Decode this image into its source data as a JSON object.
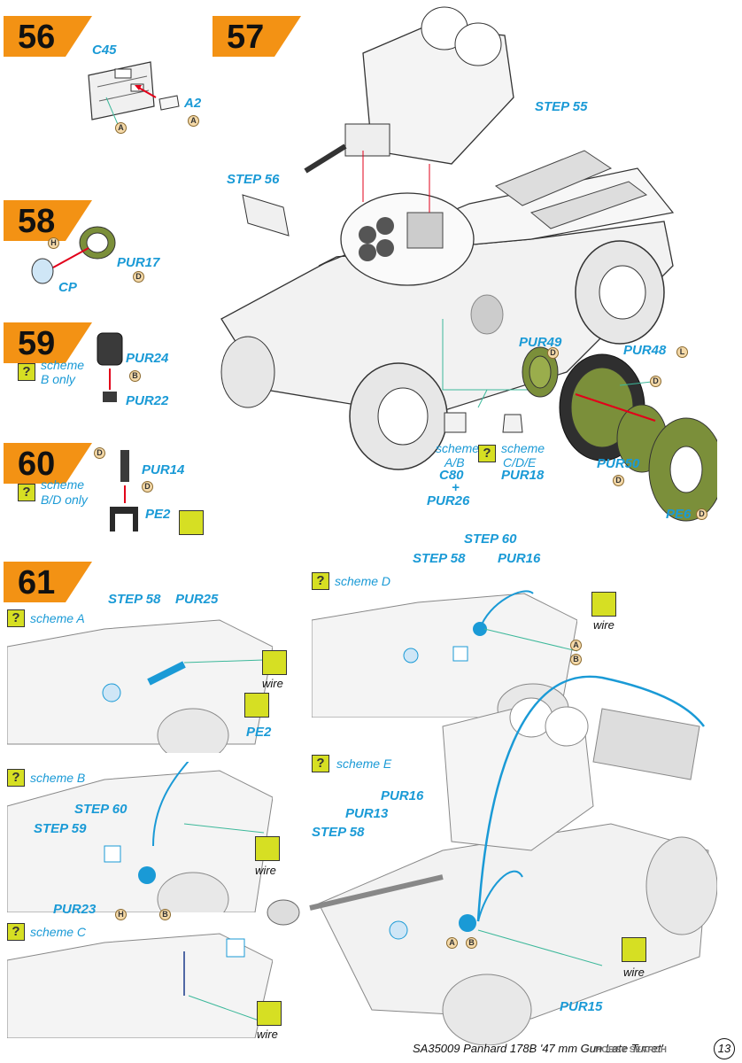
{
  "steps": {
    "s56": {
      "num": "56",
      "parts": {
        "c45": "C45",
        "a2": "A2"
      },
      "glue": [
        "A",
        "A"
      ]
    },
    "s57": {
      "num": "57",
      "refs": {
        "step55": "STEP 55",
        "step56": "STEP 56"
      },
      "parts": {
        "pur49": "PUR49",
        "pur48": "PUR48",
        "pur50": "PUR50",
        "pe6": "PE6"
      },
      "scheme_ab": {
        "scheme": "scheme",
        "variants": "A/B",
        "part": "C80",
        "plus": "+",
        "part2": "PUR26"
      },
      "scheme_cde": {
        "scheme": "scheme",
        "variants": "C/D/E",
        "part": "PUR18"
      },
      "glue": [
        "D",
        "L",
        "D",
        "D",
        "D"
      ]
    },
    "s58": {
      "num": "58",
      "parts": {
        "pur17": "PUR17",
        "cp": "CP"
      },
      "glue": [
        "H",
        "D"
      ]
    },
    "s59": {
      "num": "59",
      "parts": {
        "pur24": "PUR24",
        "pur22": "PUR22"
      },
      "note": {
        "l1": "scheme",
        "l2": "B only"
      },
      "glue": [
        "B"
      ]
    },
    "s60": {
      "num": "60",
      "parts": {
        "pur14": "PUR14",
        "pe2": "PE2"
      },
      "note": {
        "l1": "scheme",
        "l2": "B/D only"
      },
      "glue": [
        "D",
        "D"
      ]
    },
    "s61": {
      "num": "61",
      "scheme_a": {
        "title": "scheme A",
        "step58": "STEP 58",
        "pur25": "PUR25",
        "pe2": "PE2",
        "wire": "wire"
      },
      "scheme_b": {
        "title": "scheme B",
        "step60": "STEP 60",
        "step59": "STEP 59",
        "pur23": "PUR23",
        "wire": "wire",
        "glue": [
          "H",
          "B"
        ]
      },
      "scheme_c": {
        "title": "scheme C",
        "wire": "wire"
      },
      "scheme_d": {
        "title": "scheme D",
        "step60": "STEP 60",
        "step58": "STEP 58",
        "pur16": "PUR16",
        "wire": "wire",
        "glue": [
          "A",
          "B"
        ]
      },
      "scheme_e": {
        "title": "scheme E",
        "pur16": "PUR16",
        "pur13": "PUR13",
        "step58": "STEP 58",
        "pur15": "PUR15",
        "wire": "wire",
        "glue": [
          "A",
          "B"
        ]
      }
    }
  },
  "icons": {
    "question": "?"
  },
  "footer": {
    "text": "SA35009 Panhard 178B '47 mm Gun Late Turret'",
    "page": "13",
    "watermark": "HOBBY SEARCH"
  },
  "colors": {
    "accent": "#1a9ad6",
    "badge": "#f39214",
    "question": "#d6df23",
    "olive": "#7b8f3a"
  }
}
